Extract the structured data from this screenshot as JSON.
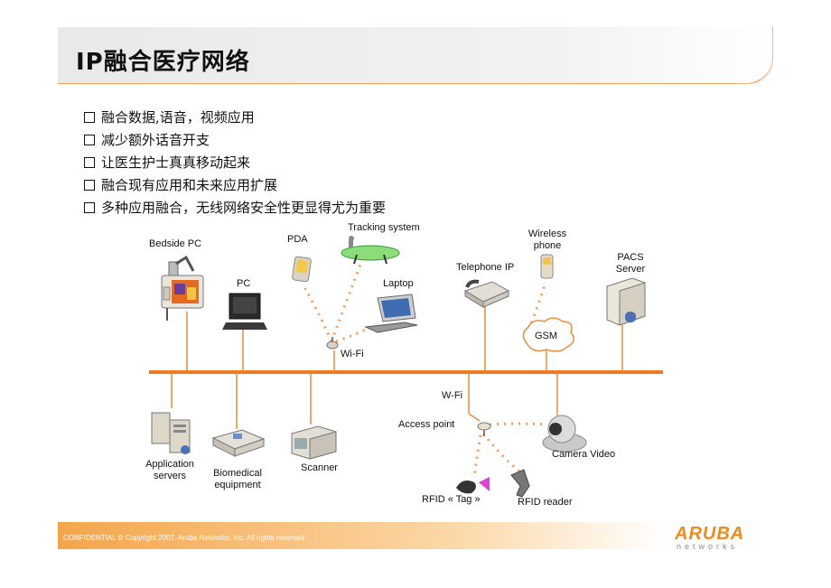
{
  "title": "IP融合医疗网络",
  "bullets": [
    "融合数据,语音，视频应用",
    "减少额外话音开支",
    "让医生护士真真移动起来",
    "融合现有应用和未来应用扩展",
    "多种应用融合，无线网络安全性更显得尤为重要"
  ],
  "diagram": {
    "bedside_pc": "Bedside PC",
    "pda": "PDA",
    "tracking": "Tracking system",
    "pc": "PC",
    "laptop": "Laptop",
    "wifi_top": "Wi-Fi",
    "telephone_ip": "Telephone IP",
    "wireless_phone_1": "Wireless",
    "wireless_phone_2": "phone",
    "pacs_1": "PACS",
    "pacs_2": "Server",
    "gsm": "GSM",
    "app_servers_1": "Application",
    "app_servers_2": "servers",
    "biomedical_1": "Biomedical",
    "biomedical_2": "equipment",
    "scanner": "Scanner",
    "wifi_bottom": "W-Fi",
    "access_point": "Access point",
    "camera_video": "Camera Video",
    "rfid_tag": "RFID « Tag »",
    "rfid_reader": "RFID reader"
  },
  "footer": {
    "text": "CONFIDENTIAL © Copyright 2007. Aruba Networks, Inc. All rights reserved",
    "logo_main": "ARUBA",
    "logo_sub": "networks"
  },
  "colors": {
    "backbone": "#f07a1e",
    "wireless_dash": "#f39c5a",
    "link": "#e88a3a"
  }
}
